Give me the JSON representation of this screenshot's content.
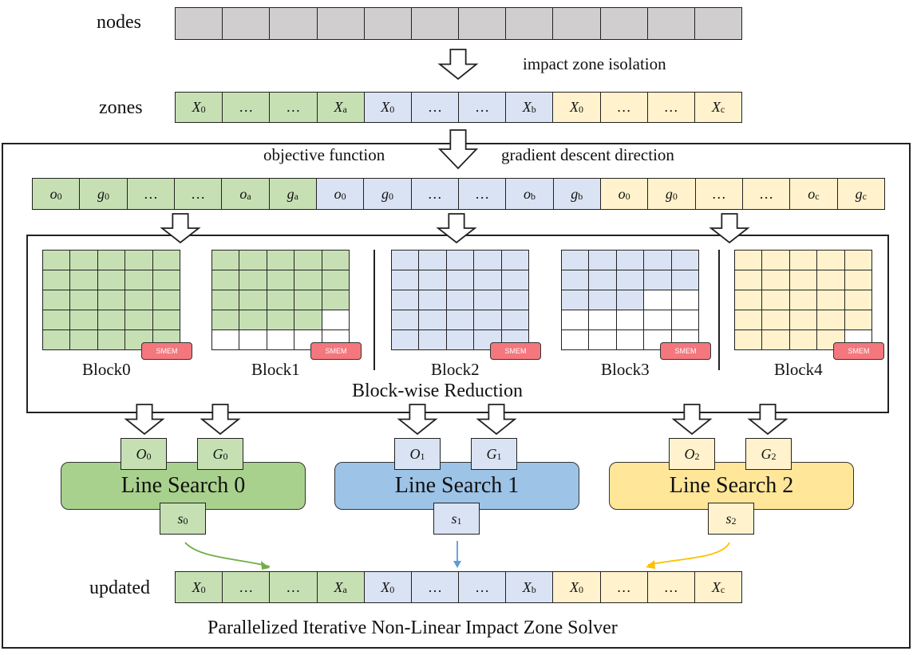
{
  "labels": {
    "nodes": "nodes",
    "zones": "zones",
    "updated": "updated",
    "impact_zone_isolation": "impact zone isolation",
    "objective_function": "objective function",
    "gradient_descent_direction": "gradient descent direction",
    "block_wise_reduction": "Block-wise  Reduction",
    "caption": "Parallelized  Iterative  Non-Linear  Impact  Zone  Solver"
  },
  "nodes_count": 12,
  "zones": [
    {
      "v": "X",
      "s": "0",
      "c": "green"
    },
    {
      "v": "…",
      "s": "",
      "c": "green"
    },
    {
      "v": "…",
      "s": "",
      "c": "green"
    },
    {
      "v": "X",
      "s": "a",
      "c": "green"
    },
    {
      "v": "X",
      "s": "0",
      "c": "blue"
    },
    {
      "v": "…",
      "s": "",
      "c": "blue"
    },
    {
      "v": "…",
      "s": "",
      "c": "blue"
    },
    {
      "v": "X",
      "s": "b",
      "c": "blue"
    },
    {
      "v": "X",
      "s": "0",
      "c": "yellow"
    },
    {
      "v": "…",
      "s": "",
      "c": "yellow"
    },
    {
      "v": "…",
      "s": "",
      "c": "yellow"
    },
    {
      "v": "X",
      "s": "c",
      "c": "yellow"
    }
  ],
  "objectives": [
    {
      "v": "o",
      "s": "0",
      "c": "green"
    },
    {
      "v": "g",
      "s": "0",
      "c": "green"
    },
    {
      "v": "…",
      "s": "",
      "c": "green"
    },
    {
      "v": "…",
      "s": "",
      "c": "green"
    },
    {
      "v": "o",
      "s": "a",
      "c": "green"
    },
    {
      "v": "g",
      "s": "a",
      "c": "green"
    },
    {
      "v": "o",
      "s": "0",
      "c": "blue"
    },
    {
      "v": "g",
      "s": "0",
      "c": "blue"
    },
    {
      "v": "…",
      "s": "",
      "c": "blue"
    },
    {
      "v": "…",
      "s": "",
      "c": "blue"
    },
    {
      "v": "o",
      "s": "b",
      "c": "blue"
    },
    {
      "v": "g",
      "s": "b",
      "c": "blue"
    },
    {
      "v": "o",
      "s": "0",
      "c": "yellow"
    },
    {
      "v": "g",
      "s": "0",
      "c": "yellow"
    },
    {
      "v": "…",
      "s": "",
      "c": "yellow"
    },
    {
      "v": "…",
      "s": "",
      "c": "yellow"
    },
    {
      "v": "o",
      "s": "c",
      "c": "yellow"
    },
    {
      "v": "g",
      "s": "c",
      "c": "yellow"
    }
  ],
  "blocks": [
    {
      "label": "Block0",
      "color": "green",
      "filled_cells": 25
    },
    {
      "label": "Block1",
      "color": "green",
      "filled_cells": 19
    },
    {
      "label": "Block2",
      "color": "blue",
      "filled_cells": 25
    },
    {
      "label": "Block3",
      "color": "blue",
      "filled_cells": 13
    },
    {
      "label": "Block4",
      "color": "yellow",
      "filled_cells": 24
    }
  ],
  "smem_label": "SMEM",
  "line_searches": [
    {
      "label": "Line Search 0",
      "color": "green",
      "o": {
        "v": "O",
        "s": "0"
      },
      "g": {
        "v": "G",
        "s": "0"
      },
      "step": {
        "v": "s",
        "s": "0"
      }
    },
    {
      "label": "Line Search 1",
      "color": "blue",
      "o": {
        "v": "O",
        "s": "1"
      },
      "g": {
        "v": "G",
        "s": "1"
      },
      "step": {
        "v": "s",
        "s": "1"
      }
    },
    {
      "label": "Line Search 2",
      "color": "yellow",
      "o": {
        "v": "O",
        "s": "2"
      },
      "g": {
        "v": "G",
        "s": "2"
      },
      "step": {
        "v": "s",
        "s": "2"
      }
    }
  ],
  "updated": [
    {
      "v": "X",
      "s": "0",
      "c": "green"
    },
    {
      "v": "…",
      "s": "",
      "c": "green"
    },
    {
      "v": "…",
      "s": "",
      "c": "green"
    },
    {
      "v": "X",
      "s": "a",
      "c": "green"
    },
    {
      "v": "X",
      "s": "0",
      "c": "blue"
    },
    {
      "v": "…",
      "s": "",
      "c": "blue"
    },
    {
      "v": "…",
      "s": "",
      "c": "blue"
    },
    {
      "v": "X",
      "s": "b",
      "c": "blue"
    },
    {
      "v": "X",
      "s": "0",
      "c": "yellow"
    },
    {
      "v": "…",
      "s": "",
      "c": "yellow"
    },
    {
      "v": "…",
      "s": "",
      "c": "yellow"
    },
    {
      "v": "X",
      "s": "c",
      "c": "yellow"
    }
  ],
  "colors": {
    "green": "#c6e0b4",
    "blue": "#dae3f3",
    "yellow": "#fff2cc",
    "grey": "#d0cece",
    "ls_green": "#a9d18e",
    "ls_blue": "#9dc3e6",
    "ls_yellow": "#ffe699",
    "smem": "#f4777d",
    "arrow_green": "#70ad47",
    "arrow_blue": "#5b9bd5",
    "arrow_yellow": "#ffc000"
  }
}
